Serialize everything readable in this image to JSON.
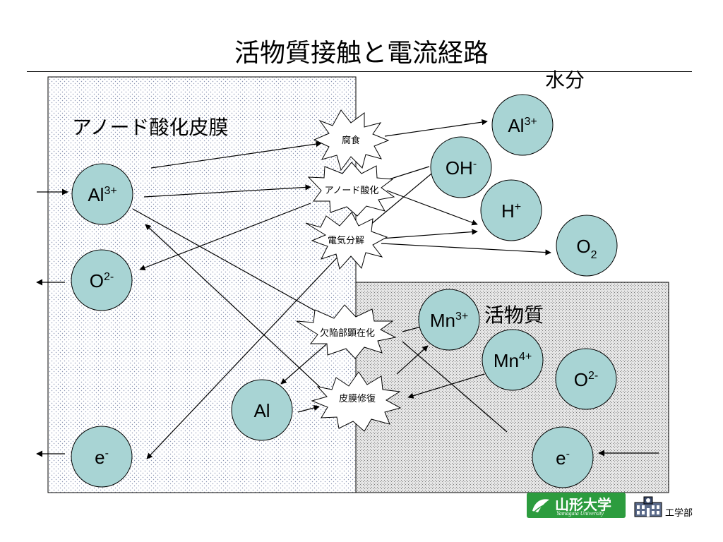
{
  "title": "活物質接触と電流経路",
  "regions": {
    "oxide_film": "アノード酸化皮膜",
    "active_material": "活物質",
    "water": "水分"
  },
  "ions": {
    "al3_left": {
      "base": "Al",
      "sup": "3+"
    },
    "o2_left": {
      "base": "O",
      "sup": "2-"
    },
    "e_left": {
      "base": "e",
      "sup": "-"
    },
    "al_metal": {
      "base": "Al",
      "sup": ""
    },
    "al3_right": {
      "base": "Al",
      "sup": "3+"
    },
    "oh": {
      "base": "OH",
      "sup": "-"
    },
    "h": {
      "base": "H",
      "sup": "+"
    },
    "o2_mol": {
      "base": "O",
      "sub": "2"
    },
    "mn3": {
      "base": "Mn",
      "sup": "3+"
    },
    "mn4": {
      "base": "Mn",
      "sup": "4+"
    },
    "o2_right": {
      "base": "O",
      "sup": "2-"
    },
    "e_right": {
      "base": "e",
      "sup": "-"
    }
  },
  "processes": {
    "corrosion": "腐食",
    "anodization": "アノード酸化",
    "electrolysis": "電気分解",
    "defect": "欠陥部顕在化",
    "repair": "皮膜修復"
  },
  "footer": {
    "university": "山形大学",
    "university_en": "Yamagata University",
    "department": "工学部"
  },
  "colors": {
    "ion_fill": "#a8d4d4",
    "logo_green": "#2c9c3e"
  }
}
